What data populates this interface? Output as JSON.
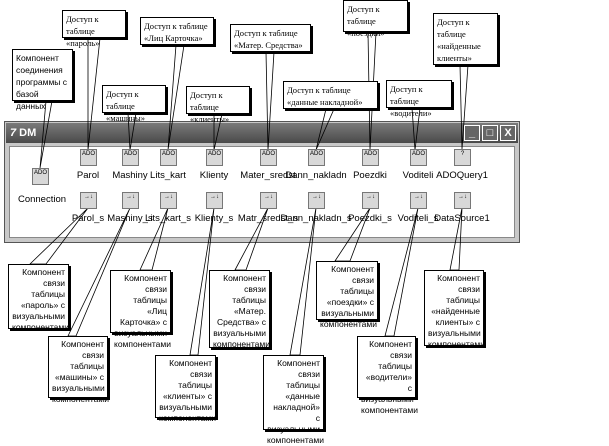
{
  "window": {
    "title": "DM",
    "logo": "7",
    "buttons": [
      "_",
      "□",
      "X"
    ]
  },
  "components_row1": [
    {
      "label": "Parol",
      "icon": "ado-table-icon"
    },
    {
      "label": "Mashiny",
      "icon": "ado-table-icon"
    },
    {
      "label": "Lits_kart",
      "icon": "ado-table-icon"
    },
    {
      "label": "Klienty",
      "icon": "ado-table-icon"
    },
    {
      "label": "Mater_sredst",
      "icon": "ado-table-icon"
    },
    {
      "label": "Dann_nakladn",
      "icon": "ado-table-icon"
    },
    {
      "label": "Poezdki",
      "icon": "ado-table-icon"
    },
    {
      "label": "Voditeli",
      "icon": "ado-table-icon"
    },
    {
      "label": "ADOQuery1",
      "icon": "ado-query-icon"
    }
  ],
  "components_row2": [
    {
      "label": "Parol_s"
    },
    {
      "label": "Mashiny_s"
    },
    {
      "label": "Lits_kart_s"
    },
    {
      "label": "Klienty_s"
    },
    {
      "label": "Matr_sredst_s"
    },
    {
      "label": "Dann_nakladn_s"
    },
    {
      "label": "Poezdki_s"
    },
    {
      "label": "Voditeli_s"
    },
    {
      "label": "DataSource1"
    }
  ],
  "connection": {
    "label": "Connection",
    "icon_text": "ADO"
  },
  "callouts_top": {
    "connection": "Компонент соединения программы с базой данных",
    "parol": "Доступ к таблице «пароль»",
    "mashiny": "Доступ к таблице «машины»",
    "lits": "Доступ к таблице «Лиц Карточка»",
    "klienty": "Доступ к таблице «клиенты»",
    "mater": "Доступ к таблице «Матер. Средства»",
    "dann": "Доступ к таблице «данные накладной»",
    "poezdki": "Доступ к таблице «поездки»",
    "voditeli": "Доступ к таблице «водители»",
    "naid": "Доступ к таблице «найденные клиенты»"
  },
  "callouts_bottom": {
    "parol": "Компонент связи таблицы «пароль» с визуальными компонентами",
    "mashiny": "Компонент связи таблицы «машины» с визуальными компонентами",
    "lits": "Компонент связи таблицы «Лиц Карточка» с визуальными компонентами",
    "klienty": "Компонент связи таблицы «клиенты» с визуальными компонентами",
    "mater": "Компонент связи таблицы «Матер. Средства» с визуальными компонентами",
    "dann": "Компонент связи таблицы «данные накладной» с визуальными компонентами",
    "poezdki": "Компонент связи таблицы «поездки» с визуальными компонентами",
    "voditeli": "Компонент связи таблицы «водители» с визуальными компонентами",
    "naid": "Компонент связи таблицы «найденные клиенты» с визуальными компонентами"
  }
}
